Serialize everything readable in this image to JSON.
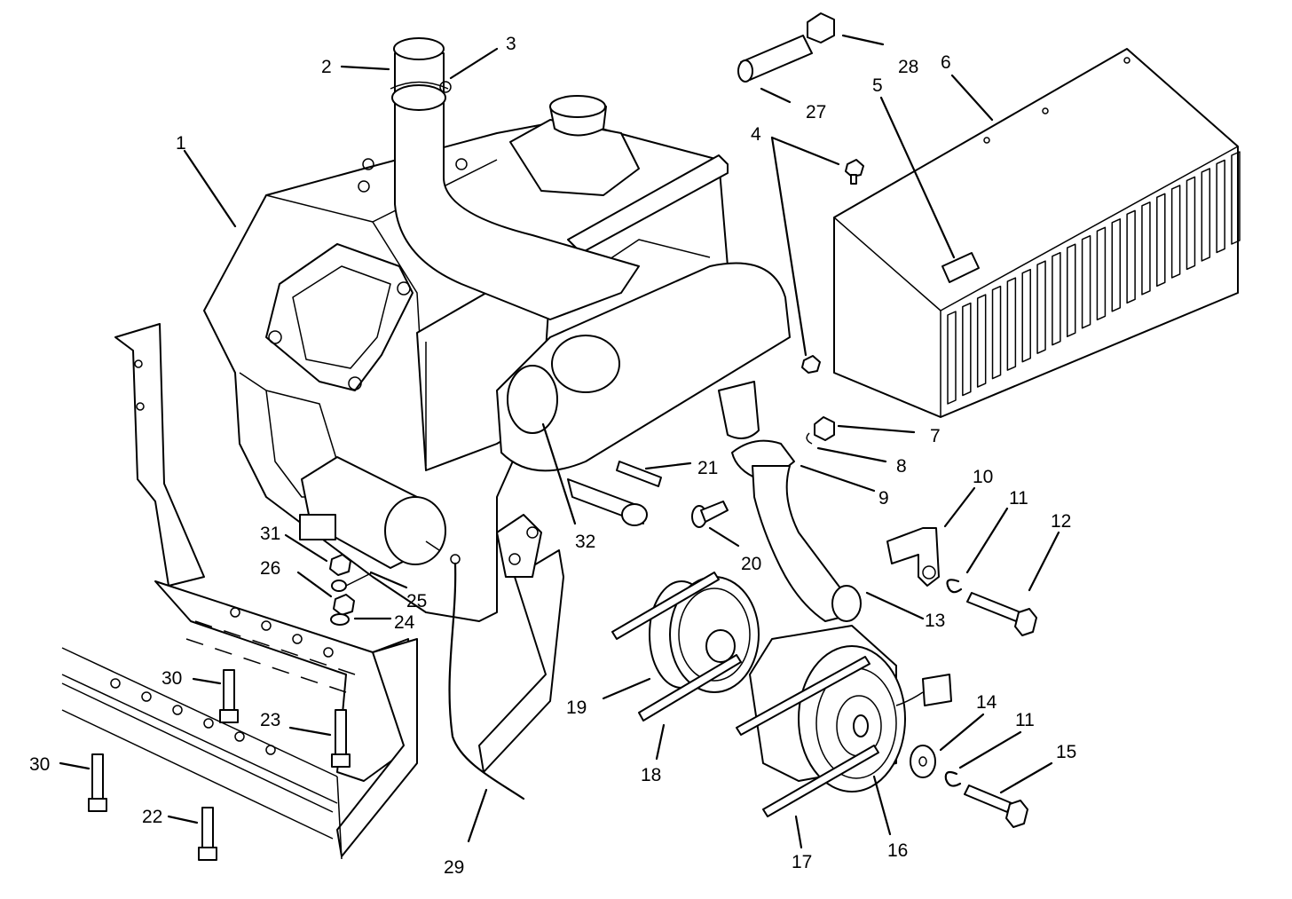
{
  "callouts": [
    {
      "id": "c1",
      "label": "1"
    },
    {
      "id": "c2",
      "label": "2"
    },
    {
      "id": "c3",
      "label": "3"
    },
    {
      "id": "c4",
      "label": "4"
    },
    {
      "id": "c5",
      "label": "5"
    },
    {
      "id": "c6",
      "label": "6"
    },
    {
      "id": "c7",
      "label": "7"
    },
    {
      "id": "c8",
      "label": "8"
    },
    {
      "id": "c9",
      "label": "9"
    },
    {
      "id": "c10",
      "label": "10"
    },
    {
      "id": "c11a",
      "label": "11"
    },
    {
      "id": "c11b",
      "label": "11"
    },
    {
      "id": "c12",
      "label": "12"
    },
    {
      "id": "c13",
      "label": "13"
    },
    {
      "id": "c14",
      "label": "14"
    },
    {
      "id": "c15",
      "label": "15"
    },
    {
      "id": "c16",
      "label": "16"
    },
    {
      "id": "c17",
      "label": "17"
    },
    {
      "id": "c18",
      "label": "18"
    },
    {
      "id": "c19",
      "label": "19"
    },
    {
      "id": "c20",
      "label": "20"
    },
    {
      "id": "c21",
      "label": "21"
    },
    {
      "id": "c22",
      "label": "22"
    },
    {
      "id": "c23",
      "label": "23"
    },
    {
      "id": "c24",
      "label": "24"
    },
    {
      "id": "c25",
      "label": "25"
    },
    {
      "id": "c26",
      "label": "26"
    },
    {
      "id": "c27",
      "label": "27"
    },
    {
      "id": "c28",
      "label": "28"
    },
    {
      "id": "c29",
      "label": "29"
    },
    {
      "id": "c30a",
      "label": "30"
    },
    {
      "id": "c30b",
      "label": "30"
    },
    {
      "id": "c31",
      "label": "31"
    },
    {
      "id": "c32",
      "label": "32"
    }
  ]
}
